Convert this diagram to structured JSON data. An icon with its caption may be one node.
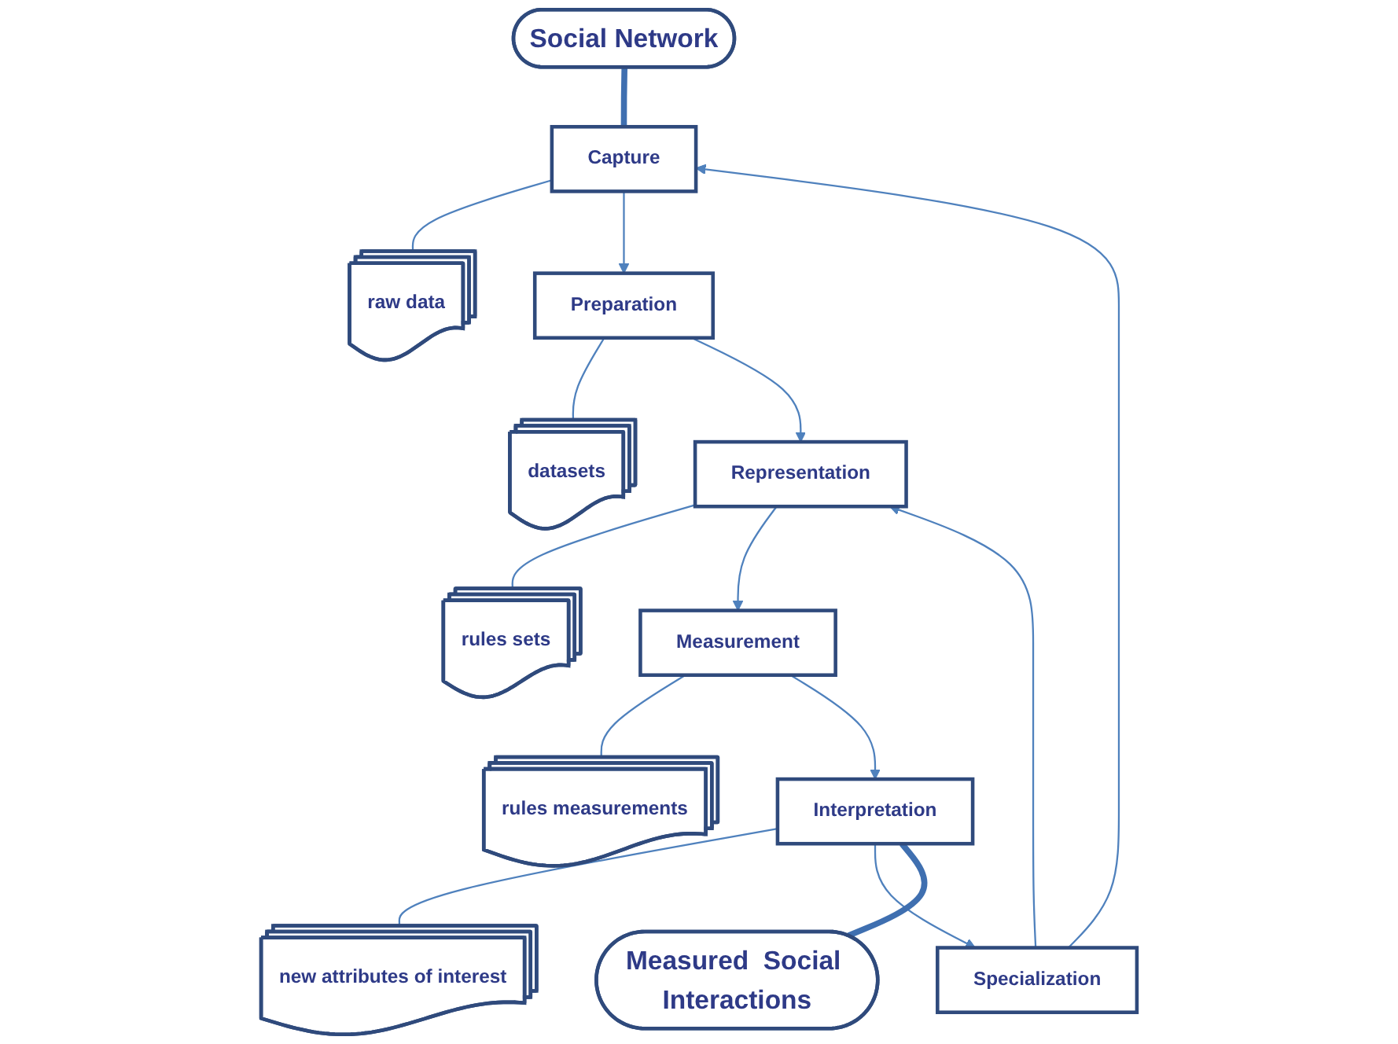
{
  "diagram": {
    "nodes": [
      {
        "text": [
          "Social Network"
        ]
      },
      {
        "text": [
          "Capture"
        ]
      },
      {
        "text": [
          "raw data"
        ]
      },
      {
        "text": [
          "Preparation"
        ]
      },
      {
        "text": [
          "datasets"
        ]
      },
      {
        "text": [
          "Representation"
        ]
      },
      {
        "text": [
          "rules sets"
        ]
      },
      {
        "text": [
          "Measurement"
        ]
      },
      {
        "text": [
          "rules measurements"
        ]
      },
      {
        "text": [
          "Specialization"
        ]
      },
      {
        "text": [
          "new attributes of interest"
        ]
      },
      {
        "text": [
          "Interpretation"
        ]
      },
      {
        "text": [
          "Measured  Social Interactions"
        ]
      }
    ],
    "edges": [
      {
        "from": 0,
        "to": 1,
        "arrow": "none",
        "style": "thick"
      },
      {
        "from": 1,
        "to": 2,
        "arrow": "none"
      },
      {
        "from": 1,
        "to": 3,
        "arrow": "to"
      },
      {
        "from": 3,
        "to": 4,
        "arrow": "none"
      },
      {
        "from": 3,
        "to": 5,
        "arrow": "to"
      },
      {
        "from": 5,
        "to": 6,
        "arrow": "none"
      },
      {
        "from": 5,
        "to": 7,
        "arrow": "to"
      },
      {
        "from": 7,
        "to": 8,
        "arrow": "none"
      },
      {
        "from": 7,
        "to": 11,
        "arrow": "to"
      },
      {
        "from": 11,
        "to": 10,
        "arrow": "none"
      },
      {
        "from": 11,
        "to": 9,
        "arrow": "to"
      },
      {
        "from": 9,
        "to": 5,
        "arrow": "to"
      },
      {
        "from": 9,
        "to": 1,
        "arrow": "to"
      },
      {
        "from": 11,
        "to": 12,
        "arrow": "none",
        "style": "thick"
      }
    ]
  }
}
